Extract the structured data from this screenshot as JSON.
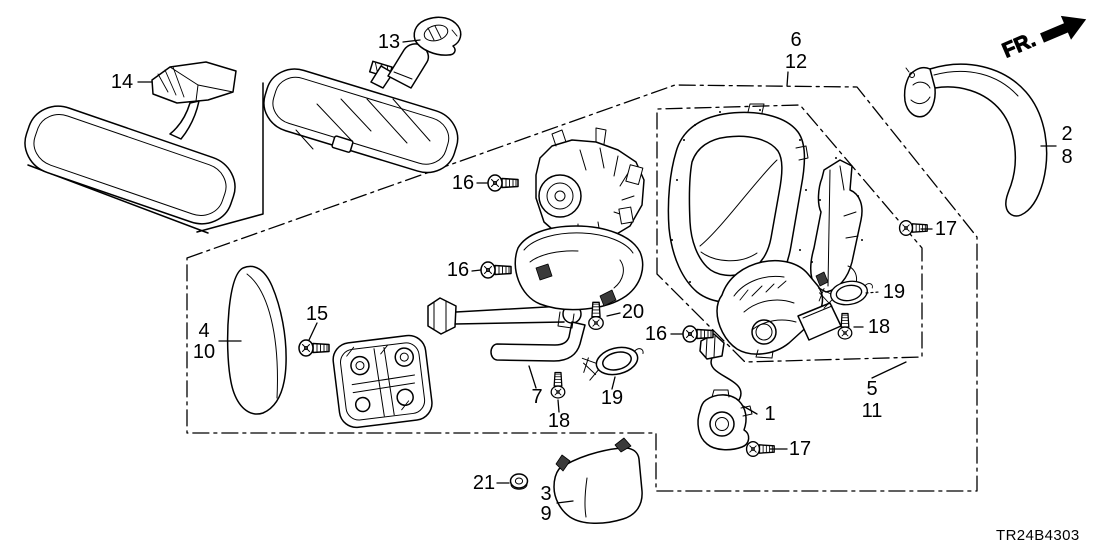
{
  "diagram_code": "TR24B4303",
  "fr_label": "FR.",
  "colors": {
    "line": "#000000",
    "background": "#ffffff"
  },
  "callouts": {
    "n1": "1",
    "n2": "2",
    "n3": "3",
    "n4": "4",
    "n5": "5",
    "n6": "6",
    "n7": "7",
    "n8": "8",
    "n9": "9",
    "n10": "10",
    "n11": "11",
    "n12": "12",
    "n13": "13",
    "n14": "14",
    "n15": "15",
    "n16": "16",
    "n17": "17",
    "n18": "18",
    "n19": "19",
    "n20": "20",
    "n21": "21"
  }
}
